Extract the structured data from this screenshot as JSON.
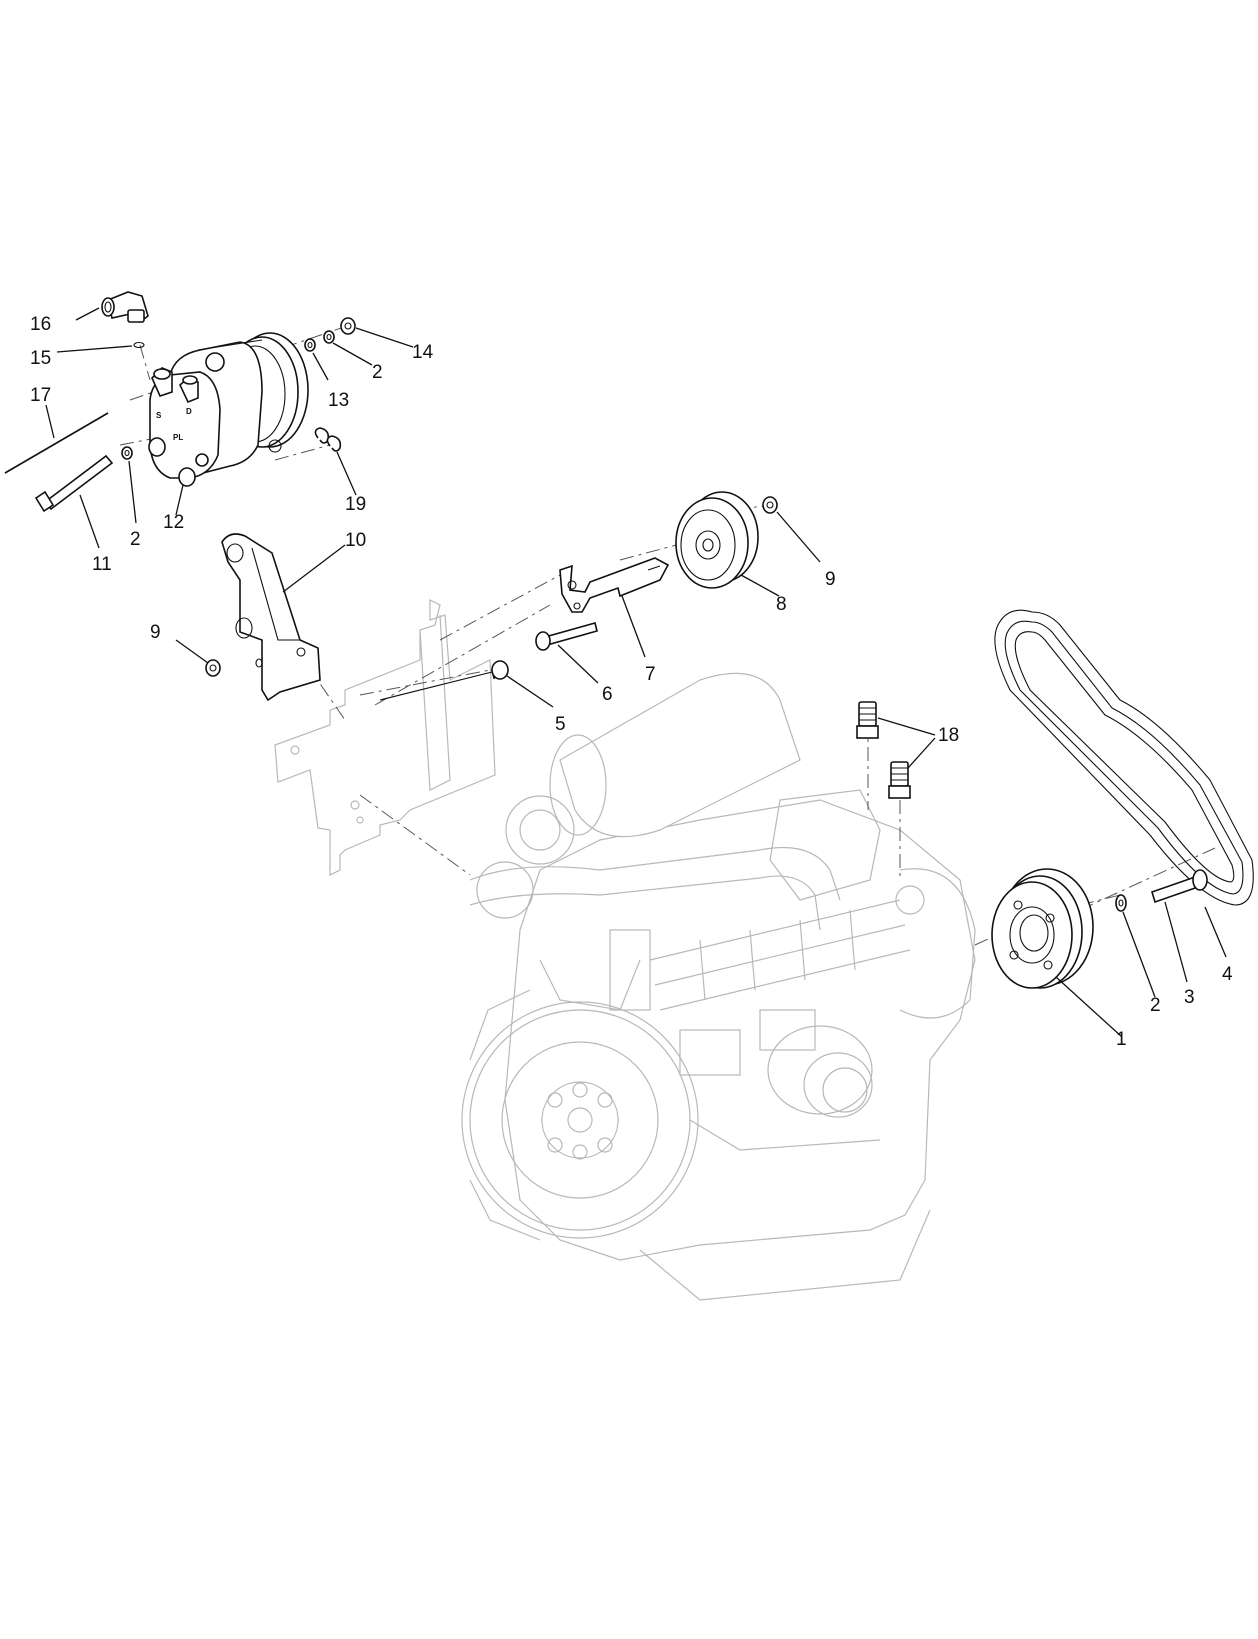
{
  "callouts": [
    {
      "id": "c1",
      "label": "1"
    },
    {
      "id": "c2a",
      "label": "2"
    },
    {
      "id": "c2b",
      "label": "2"
    },
    {
      "id": "c2c",
      "label": "2"
    },
    {
      "id": "c3",
      "label": "3"
    },
    {
      "id": "c4",
      "label": "4"
    },
    {
      "id": "c5",
      "label": "5"
    },
    {
      "id": "c6",
      "label": "6"
    },
    {
      "id": "c7",
      "label": "7"
    },
    {
      "id": "c8",
      "label": "8"
    },
    {
      "id": "c9a",
      "label": "9"
    },
    {
      "id": "c9b",
      "label": "9"
    },
    {
      "id": "c10",
      "label": "10"
    },
    {
      "id": "c11",
      "label": "11"
    },
    {
      "id": "c12",
      "label": "12"
    },
    {
      "id": "c13",
      "label": "13"
    },
    {
      "id": "c14",
      "label": "14"
    },
    {
      "id": "c15",
      "label": "15"
    },
    {
      "id": "c16",
      "label": "16"
    },
    {
      "id": "c17",
      "label": "17"
    },
    {
      "id": "c18",
      "label": "18"
    },
    {
      "id": "c19",
      "label": "19"
    }
  ],
  "compressor_markings": [
    "S",
    "D",
    "PL"
  ]
}
